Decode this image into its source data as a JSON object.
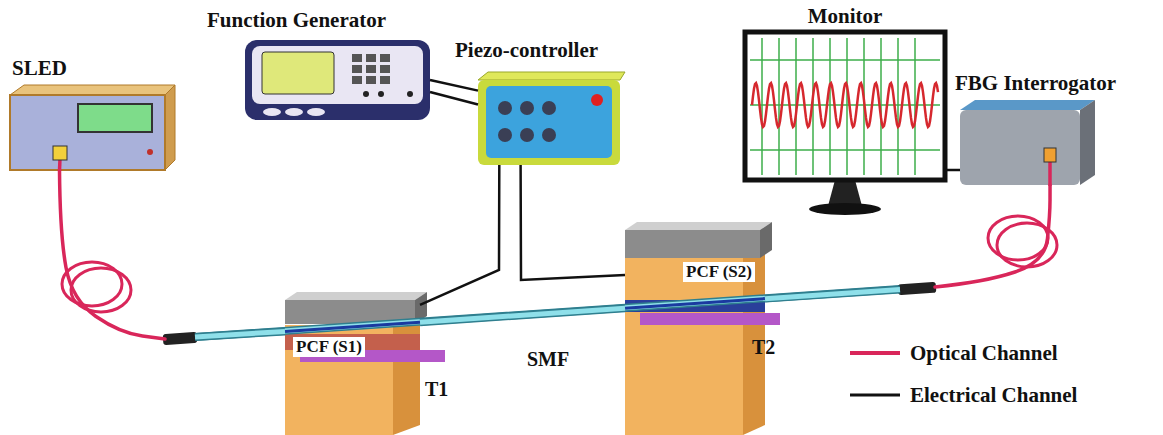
{
  "diagram": {
    "nodes": [
      {
        "text": [
          "SLED"
        ]
      },
      {
        "text": [
          "Function Generator"
        ]
      },
      {
        "text": [
          "Piezo-controller"
        ]
      },
      {
        "text": [
          "Monitor"
        ]
      },
      {
        "text": [
          "FBG Interrogator"
        ]
      },
      {
        "text": [
          "PCF (S1)"
        ]
      },
      {
        "text": [
          "PCF (S2)"
        ]
      }
    ],
    "edges": [
      {
        "from": 0,
        "to": 5,
        "arrow": "none"
      },
      {
        "from": 1,
        "to": 2,
        "arrow": "none"
      },
      {
        "from": 2,
        "to": 5,
        "arrow": "none"
      },
      {
        "from": 2,
        "to": 6,
        "arrow": "none"
      },
      {
        "from": 5,
        "to": 6,
        "label": "SMF",
        "arrow": "none"
      },
      {
        "from": 6,
        "to": 4,
        "arrow": "none"
      },
      {
        "from": 4,
        "to": 3,
        "arrow": "none"
      }
    ],
    "labels": [
      "T1",
      "T2"
    ],
    "legend": [
      {
        "text": "Optical Channel"
      },
      {
        "text": "Electrical Channel"
      }
    ]
  }
}
